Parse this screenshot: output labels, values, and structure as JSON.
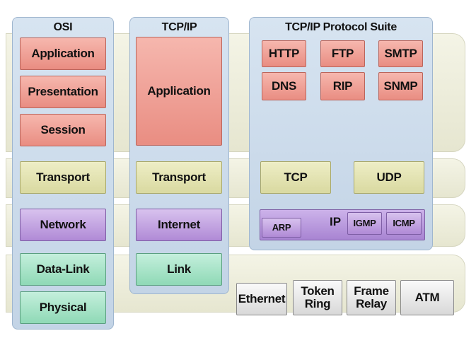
{
  "columns": {
    "osi": {
      "title": "OSI"
    },
    "tcpip": {
      "title": "TCP/IP"
    },
    "suite": {
      "title": "TCP/IP Protocol Suite"
    }
  },
  "osi_layers": [
    "Application",
    "Presentation",
    "Session",
    "Transport",
    "Network",
    "Data-Link",
    "Physical"
  ],
  "tcpip_layers": [
    "Application",
    "Transport",
    "Internet",
    "Link"
  ],
  "suite": {
    "application_protocols": [
      "HTTP",
      "FTP",
      "SMTP",
      "DNS",
      "RIP",
      "SNMP"
    ],
    "transport_protocols": [
      "TCP",
      "UDP"
    ],
    "network": {
      "ip": "IP",
      "arp": "ARP",
      "igmp": "IGMP",
      "icmp": "ICMP"
    },
    "link_technologies": [
      "Ethernet",
      "Token Ring",
      "Frame Relay",
      "ATM"
    ]
  },
  "colors": {
    "application": "#f0a69c",
    "transport": "#e4e4b4",
    "network": "#c6a6e4",
    "link": "#aee6c9",
    "column": "#cddcec",
    "band": "#eeeedc"
  }
}
